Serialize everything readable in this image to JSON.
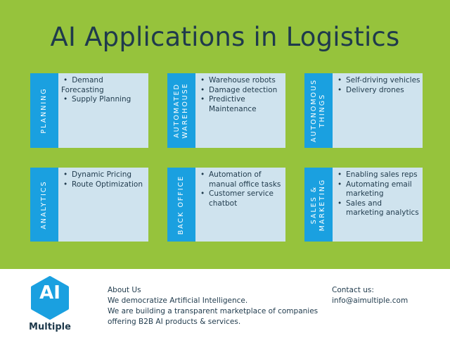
{
  "title": "AI Applications in Logistics",
  "cards": [
    {
      "label": [
        "PLANNING"
      ],
      "items": [
        "Demand Forecasting",
        "Supply Planning"
      ]
    },
    {
      "label": [
        "AUTOMATED",
        "WAREHOUSE"
      ],
      "items": [
        "Warehouse robots",
        "Damage detection",
        "Predictive Maintenance"
      ]
    },
    {
      "label": [
        "AUTONOMOUS",
        "THINGS"
      ],
      "items": [
        "Self-driving vehicles",
        "Delivery drones"
      ]
    },
    {
      "label": [
        "ANALYTICS"
      ],
      "items": [
        "Dynamic Pricing",
        "Route Optimization"
      ]
    },
    {
      "label": [
        "BACK OFFICE"
      ],
      "items": [
        "Automation of manual office tasks",
        "Customer service chatbot"
      ]
    },
    {
      "label": [
        "SALES &",
        "MARKETING"
      ],
      "items": [
        "Enabling sales reps",
        "Automating email marketing",
        "Sales and marketing analytics"
      ]
    }
  ],
  "footer": {
    "logo_mark": "AI",
    "logo_word": "Multiple",
    "about_title": "About Us",
    "about_lines": [
      "We democratize Artificial Intelligence.",
      "We are building a transparent marketplace of companies",
      "offering B2B AI products & services."
    ],
    "contact_title": "Contact us:",
    "contact_email": "info@aimultiple.com"
  },
  "colors": {
    "background_green": "#96c33c",
    "title_navy": "#1f3a4c",
    "card_panel": "#cfe3ee",
    "label_blue": "#1aa0e0"
  },
  "icons": [
    "aimultiple-hexagon-logo-icon"
  ]
}
